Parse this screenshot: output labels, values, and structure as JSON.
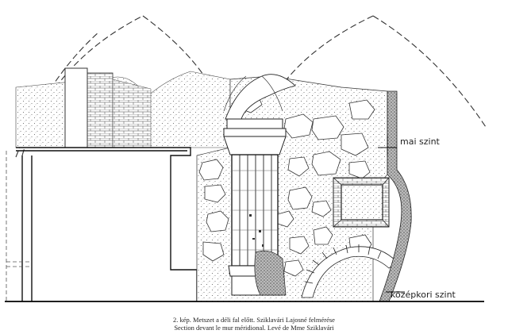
{
  "labels": {
    "current_level": "mai szint",
    "medieval_level": "középkori szint"
  },
  "caption": {
    "line1": "2. kép. Metszet a déli fal előtt. Sziklavári Lajosné felmérése",
    "line2": "Section devant le mur méridional. Levé de Mme Sziklavári"
  }
}
